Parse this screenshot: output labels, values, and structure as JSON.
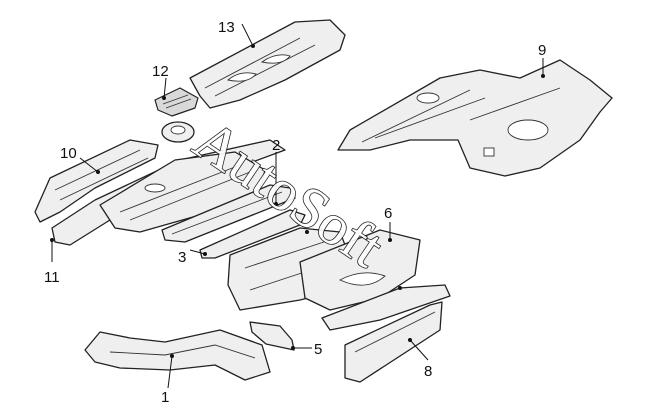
{
  "watermark": {
    "text": "AutoSoft"
  },
  "callouts": [
    {
      "id": "1",
      "label": "1"
    },
    {
      "id": "2",
      "label": "2"
    },
    {
      "id": "3",
      "label": "3"
    },
    {
      "id": "5",
      "label": "5"
    },
    {
      "id": "6",
      "label": "6"
    },
    {
      "id": "8",
      "label": "8"
    },
    {
      "id": "9",
      "label": "9"
    },
    {
      "id": "10",
      "label": "10"
    },
    {
      "id": "11",
      "label": "11"
    },
    {
      "id": "12",
      "label": "12"
    },
    {
      "id": "13",
      "label": "13"
    }
  ]
}
